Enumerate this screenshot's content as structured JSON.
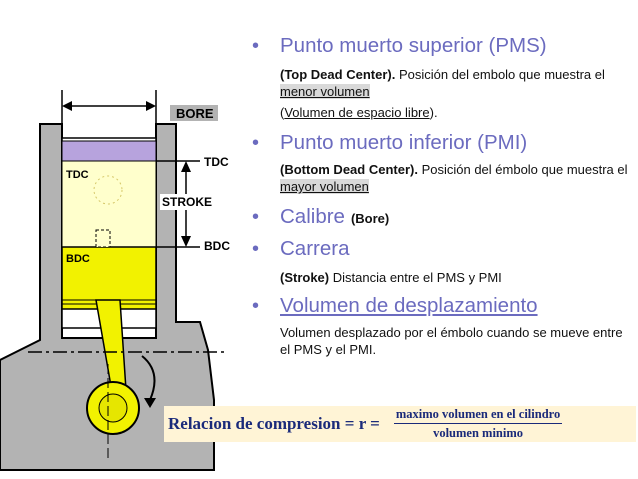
{
  "diagram": {
    "bore": "BORE",
    "stroke": "STROKE",
    "tdc_inner": "TDC",
    "bdc_inner": "BDC",
    "tdc_outer": "TDC",
    "bdc_outer": "BDC"
  },
  "bullets": [
    {
      "title": "Punto muerto superior (PMS)",
      "bold": "(Top Dead Center).",
      "t1": " Posición del embolo que muestra el ",
      "hl": "menor volumen",
      "t2": "",
      "line3_pre": "(",
      "line3_u": "Volumen de espacio libre",
      "line3_post": ")."
    },
    {
      "title": "Punto muerto inferior (PMI)",
      "bold": "(Bottom Dead Center).",
      "t1": " Posición del émbolo que muestra el ",
      "hl": "mayor volumen"
    },
    {
      "title": "Calibre",
      "sub": "(Bore)"
    },
    {
      "title": "Carrera",
      "bold": "(Stroke)",
      "t1": " Distancia entre el PMS y PMI"
    },
    {
      "title": "Volumen de desplazamiento",
      "t1": "Volumen desplazado por el émbolo cuando se mueve entre el PMS y el PMI."
    }
  ],
  "bullet_symbol": "•",
  "formula": {
    "lhs": "Relacion de compresion = r =",
    "numerator": "maximo volumen en el cilindro",
    "denominator": "volumen minimo"
  },
  "colors": {
    "heading": "#6b6bbf",
    "chamber": "#b7a3dd",
    "mixture": "#ffffcc",
    "piston": "#f2f200",
    "metal": "#b3b3b3",
    "formula_bg": "#fff4d6",
    "formula_text": "#1a2a7a"
  }
}
